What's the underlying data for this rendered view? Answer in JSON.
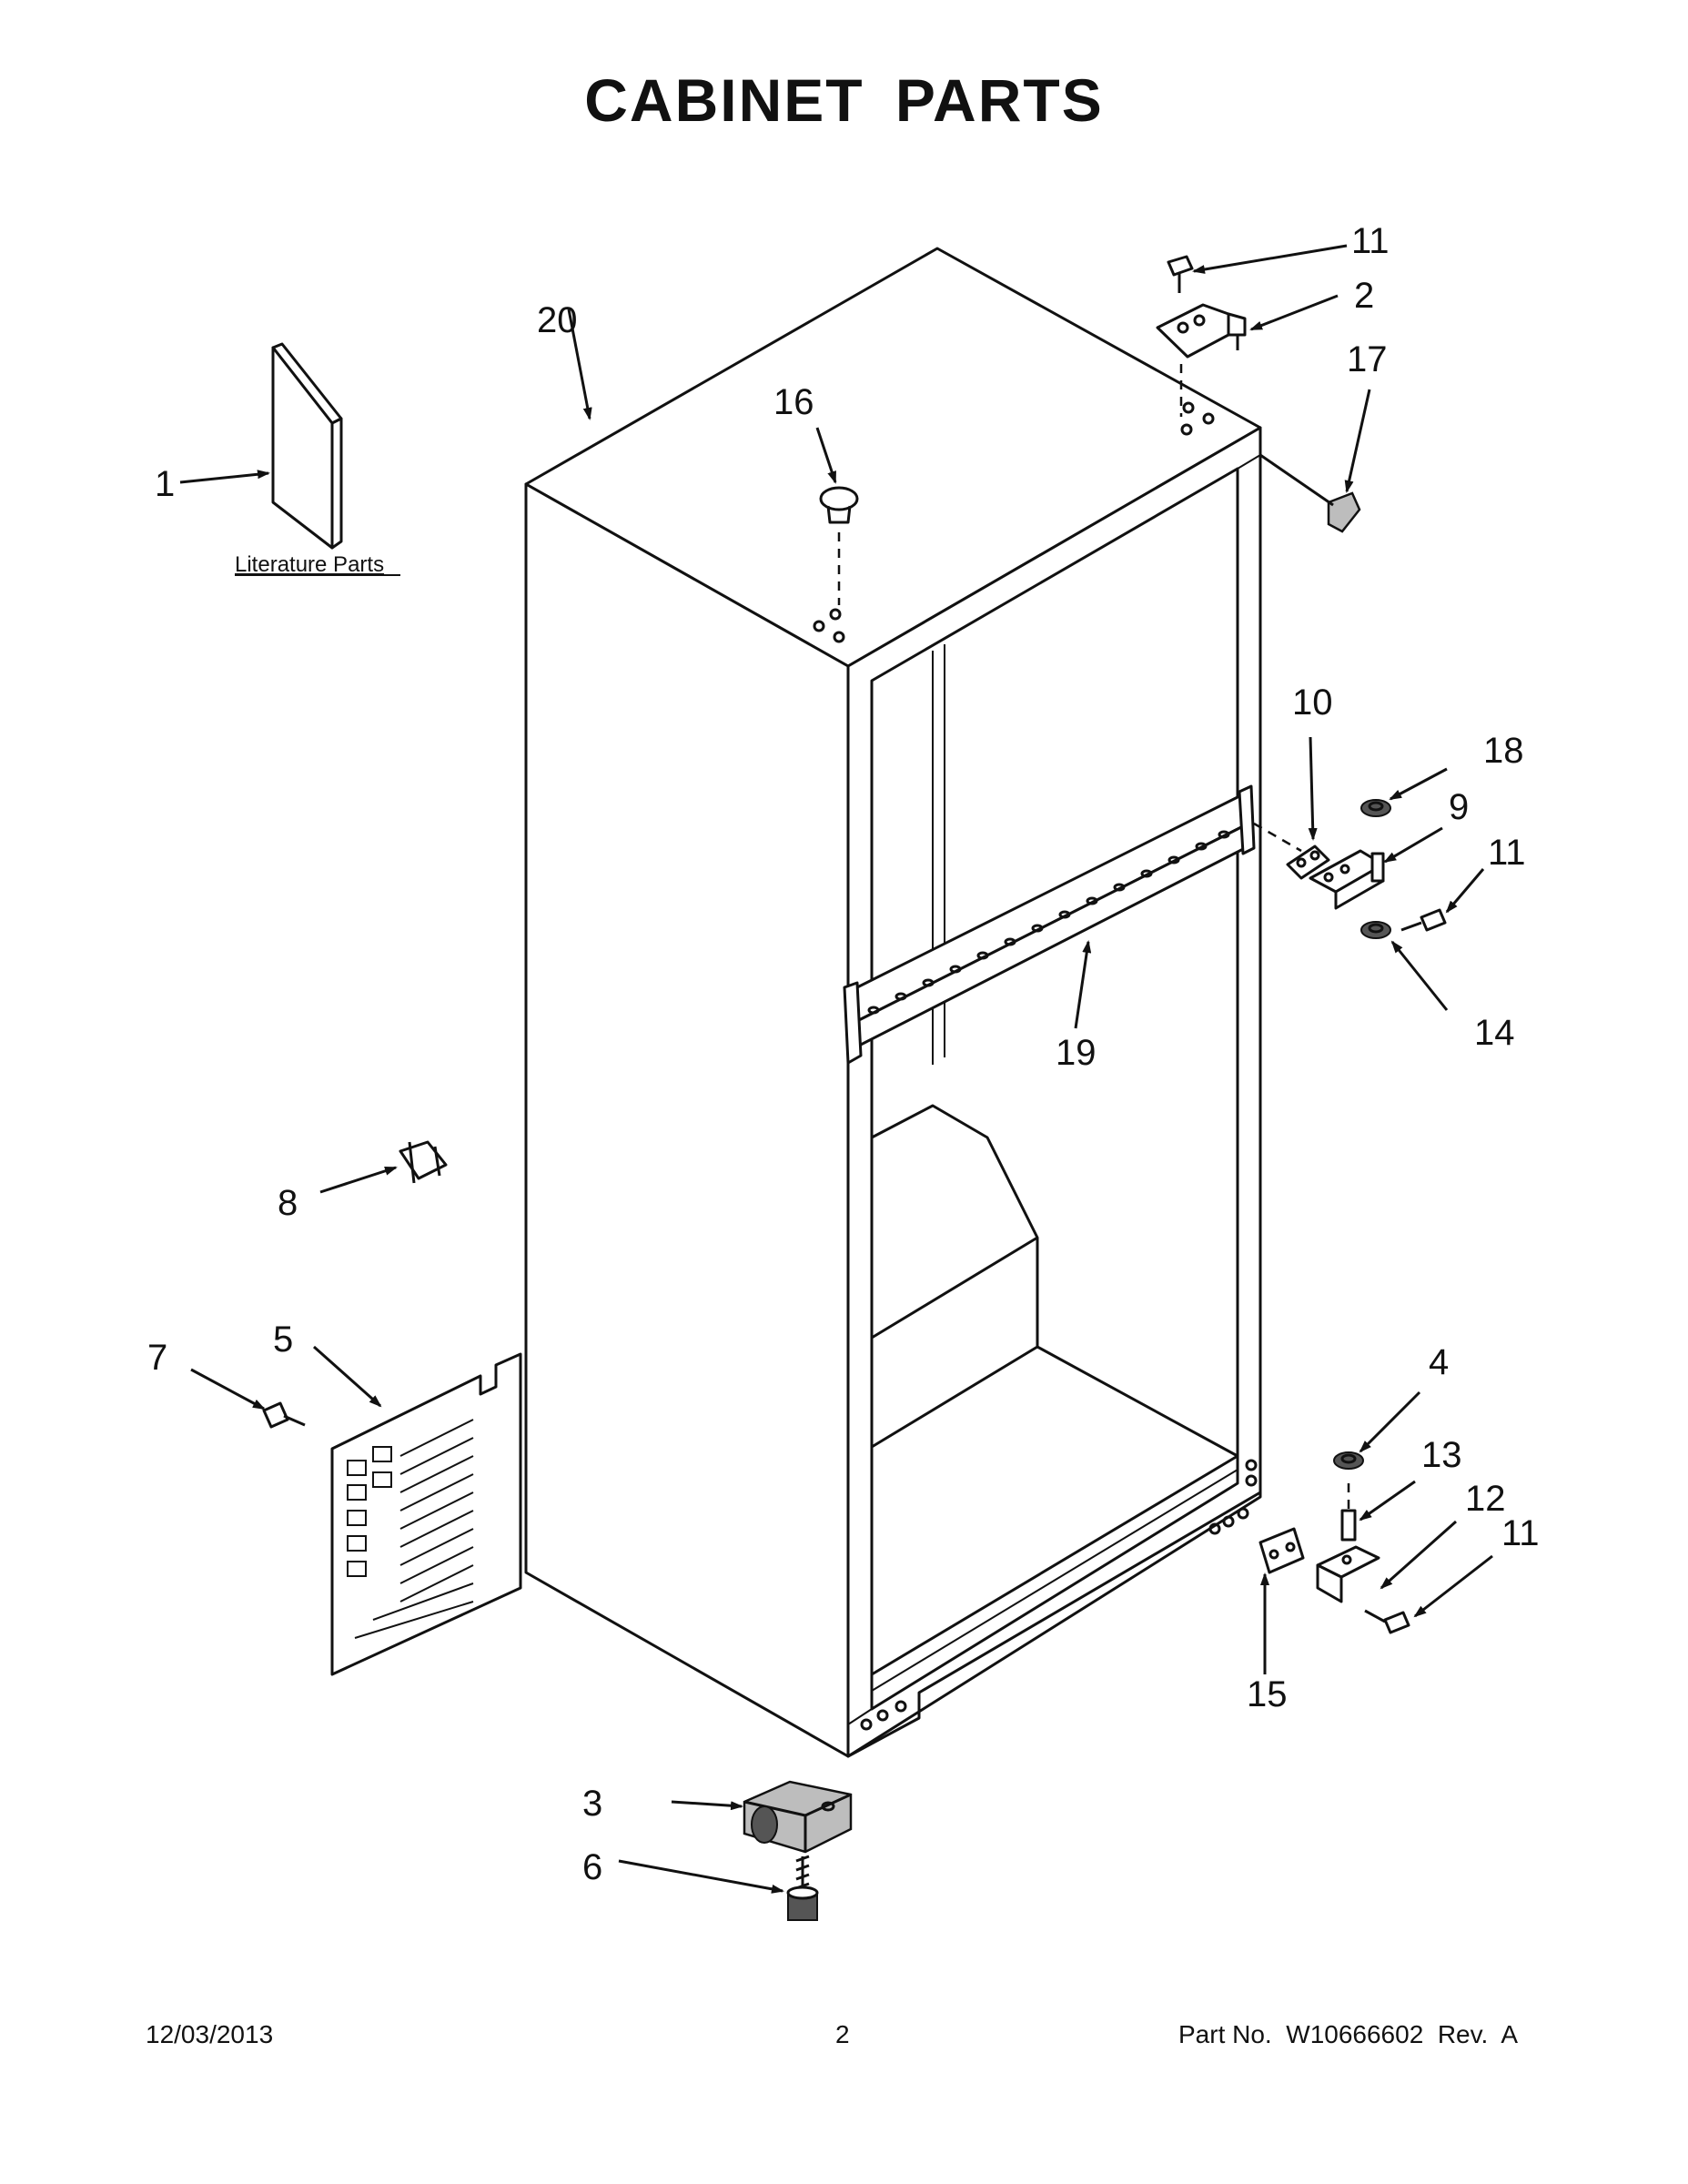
{
  "title": "CABINET PARTS",
  "literature_label": "Literature Parts",
  "callouts": {
    "c1": "1",
    "c2": "2",
    "c3": "3",
    "c4": "4",
    "c5": "5",
    "c6": "6",
    "c7": "7",
    "c8": "8",
    "c9": "9",
    "c10": "10",
    "c11a": "11",
    "c11b": "11",
    "c11c": "11",
    "c12": "12",
    "c13": "13",
    "c14": "14",
    "c15": "15",
    "c16": "16",
    "c17": "17",
    "c18": "18",
    "c19": "19",
    "c20": "20"
  },
  "footer": {
    "date": "12/03/2013",
    "page": "2",
    "part": "Part No.  W10666602  Rev.  A"
  }
}
